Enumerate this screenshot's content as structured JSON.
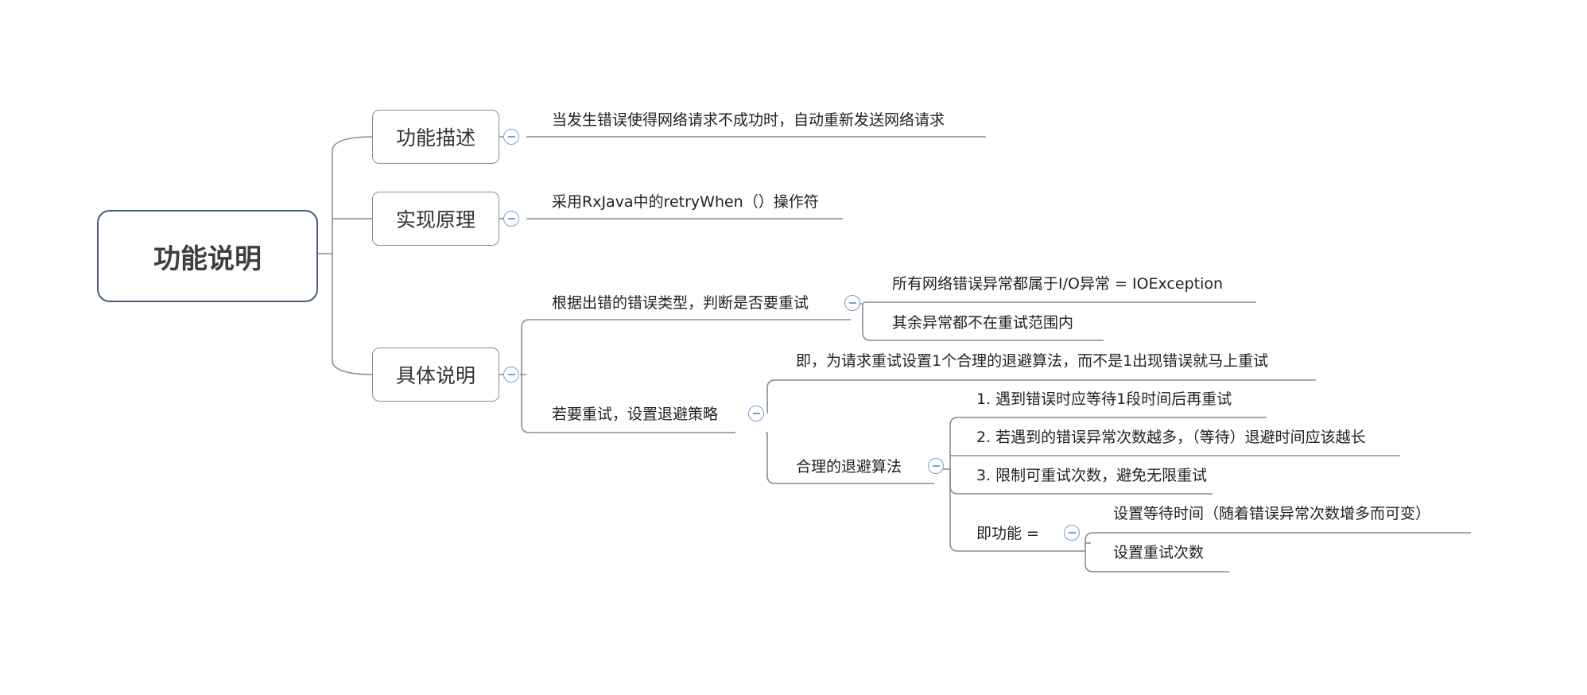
{
  "root": {
    "label": "功能说明"
  },
  "branches": {
    "description": {
      "label": "功能描述",
      "text": "当发生错误使得网络请求不成功时，自动重新发送网络请求"
    },
    "principle": {
      "label": "实现原理",
      "text": "采用RxJava中的retryWhen（）操作符"
    },
    "details": {
      "label": "具体说明",
      "by_error_type": {
        "label": "根据出错的错误类型，判断是否要重试",
        "children": [
          "所有网络错误异常都属于I/O异常 = IOException",
          "其余异常都不在重试范围内"
        ]
      },
      "backoff_strategy": {
        "label": "若要重试，设置退避策略",
        "meaning": "即，为请求重试设置1个合理的退避算法，而不是1出现错误就马上重试",
        "algorithm": {
          "label": "合理的退避算法",
          "rules": [
            "1. 遇到错误时应等待1段时间后再重试",
            "2. 若遇到的错误异常次数越多，（等待）退避时间应该越长",
            "3. 限制可重试次数，避免无限重试"
          ],
          "function": {
            "label": "即功能 =",
            "items": [
              "设置等待时间（随着错误异常次数增多而可变）",
              "设置重试次数"
            ]
          }
        }
      }
    }
  }
}
